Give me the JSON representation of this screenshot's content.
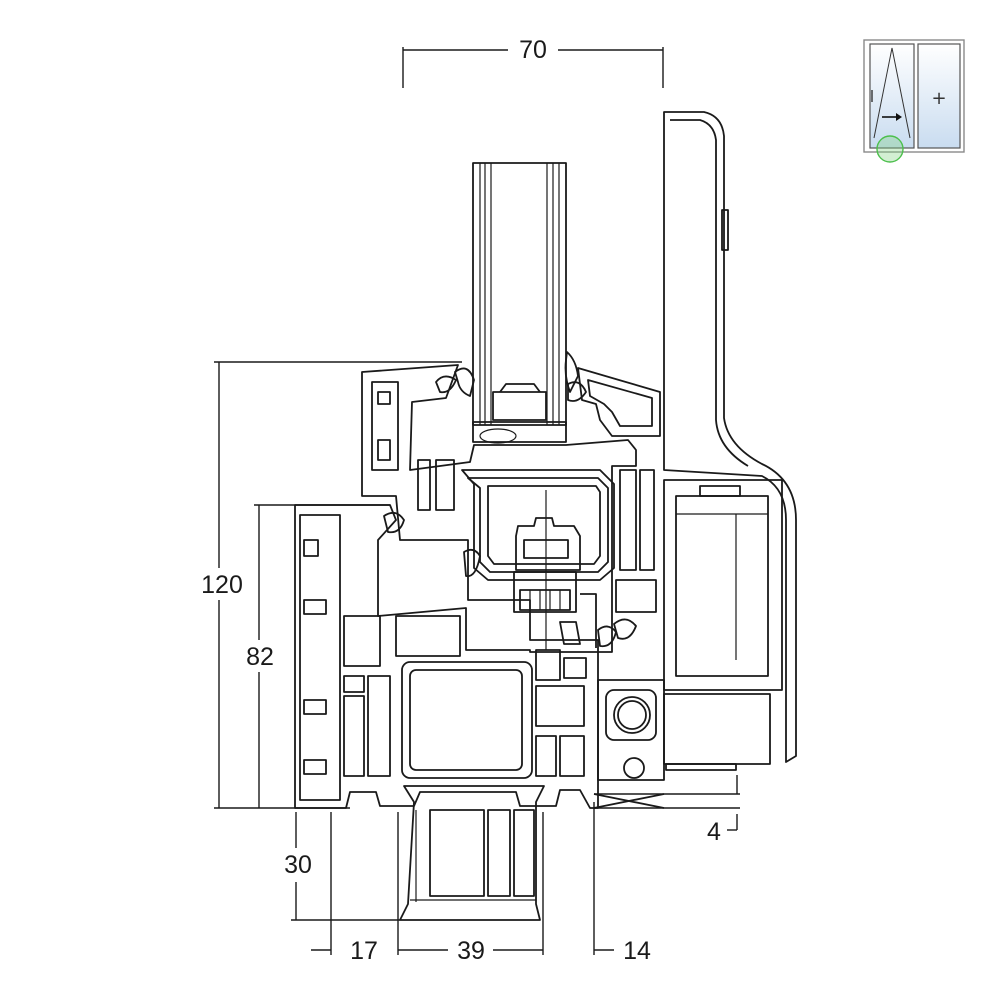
{
  "dimensions": {
    "top_width": "70",
    "overall_height": "120",
    "frame_height": "82",
    "bottom_profile": "30",
    "offset_left": "17",
    "bottom_width": "39",
    "offset_right": "14",
    "overlap": "4"
  },
  "thumbnail": {
    "plus_symbol": "+",
    "highlight_color": "#7fd07f",
    "glass_color": "#c9dcf0"
  },
  "colors": {
    "line": "#1a1a1a",
    "background": "#ffffff"
  }
}
